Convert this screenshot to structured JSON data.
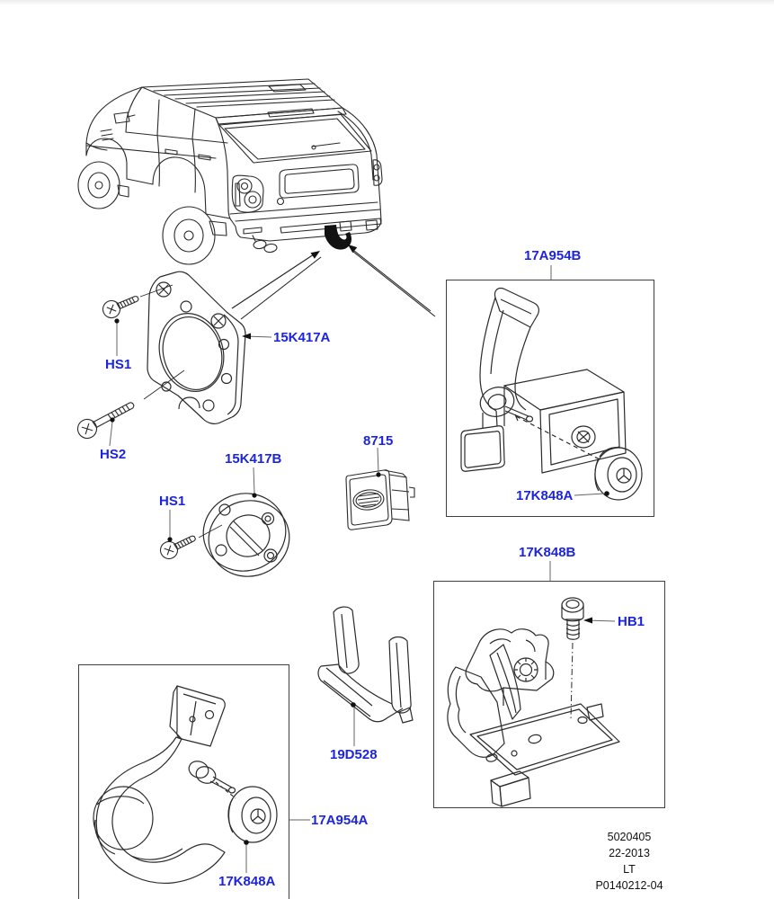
{
  "colors": {
    "label_blue": "#1c24dd",
    "line": "#2b2b2b",
    "leader": "#666666"
  },
  "part_labels": {
    "hs1": "HS1",
    "hs2": "HS2",
    "adapter_plate": "15K417A",
    "spacer_ring": "15K417B",
    "cover_plug": "8715",
    "hitch_assembly_b": "17A954B",
    "socket_cap": "17K848A",
    "mount_bracket_assembly": "17K848B",
    "hb1": "HB1",
    "support_bracket": "19D528",
    "towbar_assembly": "17A954A"
  },
  "footer": {
    "sheet_number": "5020405",
    "date": "22-2013",
    "market": "LT",
    "drawing_number": "P0140212-04"
  }
}
